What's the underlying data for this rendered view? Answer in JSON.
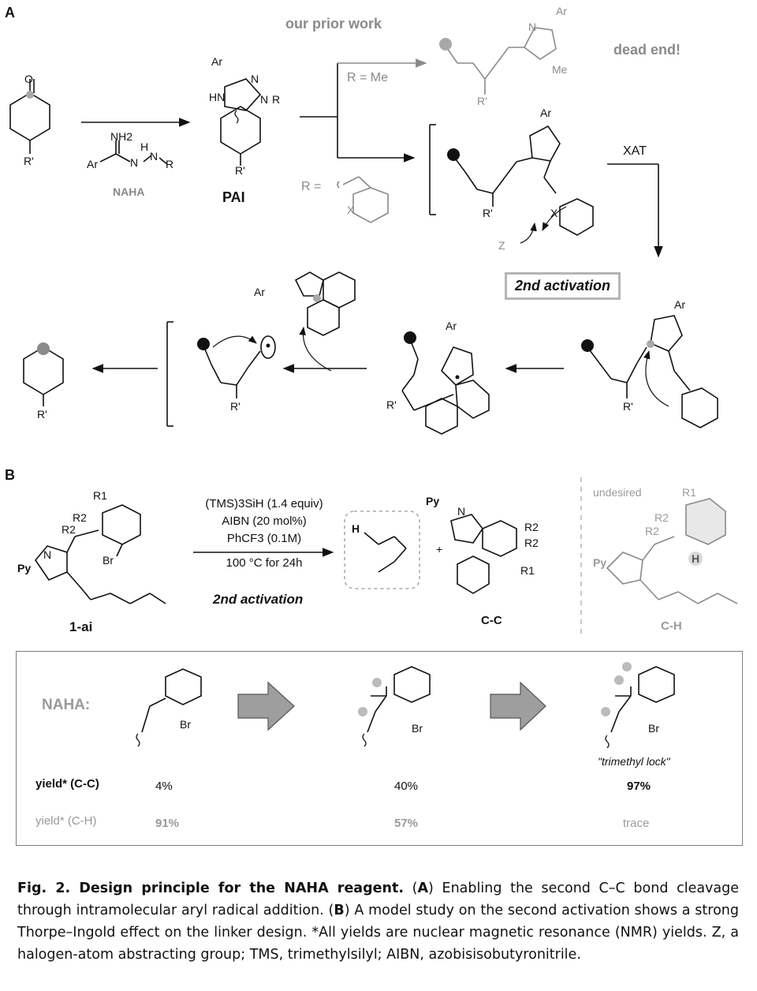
{
  "panelA": {
    "letter": "A",
    "prior_work": "our prior work",
    "dead_end": "dead end!",
    "r_me": "R = Me",
    "r_eq": "R =",
    "naha": "NAHA",
    "pai": "PAI",
    "xat": "XAT",
    "second_activation": "2nd activation",
    "atoms": {
      "O": "O",
      "Rp": "R'",
      "Ar": "Ar",
      "NH2": "NH2",
      "H": "H",
      "N": "N",
      "R": "R",
      "HN": "HN",
      "Me": "Me",
      "X": "X",
      "Z": "Z"
    }
  },
  "panelB": {
    "letter": "B",
    "cond1": "(TMS)3SiH (1.4 equiv)",
    "cond2": "AIBN (20 mol%)",
    "cond3": "PhCF3 (0.1M)",
    "cond4": "100 °C for 24h",
    "second_activation": "2nd activation",
    "substrate": "1-ai",
    "cc": "C-C",
    "ch": "C-H",
    "undesired": "undesired",
    "plus": "+",
    "atoms": {
      "Py": "Py",
      "R1": "R1",
      "R2": "R2",
      "Br": "Br",
      "N": "N",
      "H": "H"
    }
  },
  "table": {
    "naha_label": "NAHA:",
    "trimethyl_lock": "\"trimethyl lock\"",
    "br": "Br",
    "yield_cc_label": "yield* (C-C)",
    "yield_ch_label": "yield* (C-H)",
    "yield_cc": [
      "4%",
      "40%",
      "97%"
    ],
    "yield_ch": [
      "91%",
      "57%",
      "trace"
    ]
  },
  "caption": {
    "title": "Fig. 2. Design principle for the NAHA reagent.",
    "a_label": "A",
    "a_text": ") Enabling the second C–C bond cleavage through intramolecular aryl radical addition. (",
    "b_label": "B",
    "b_text": ") A model study on the second activation shows a strong Thorpe–Ingold effect on the linker design. *All yields are nuclear magnetic resonance (NMR) yields. Z, a halogen-atom abstracting group; TMS, trimethylsilyl; AIBN, azobisisobutyronitrile."
  },
  "colors": {
    "ink": "#111111",
    "gray": "#8a8a8a",
    "dot_gray": "#a8a8a8",
    "box_border": "#7d7d7d",
    "arrow_fill": "#9e9e9e"
  }
}
